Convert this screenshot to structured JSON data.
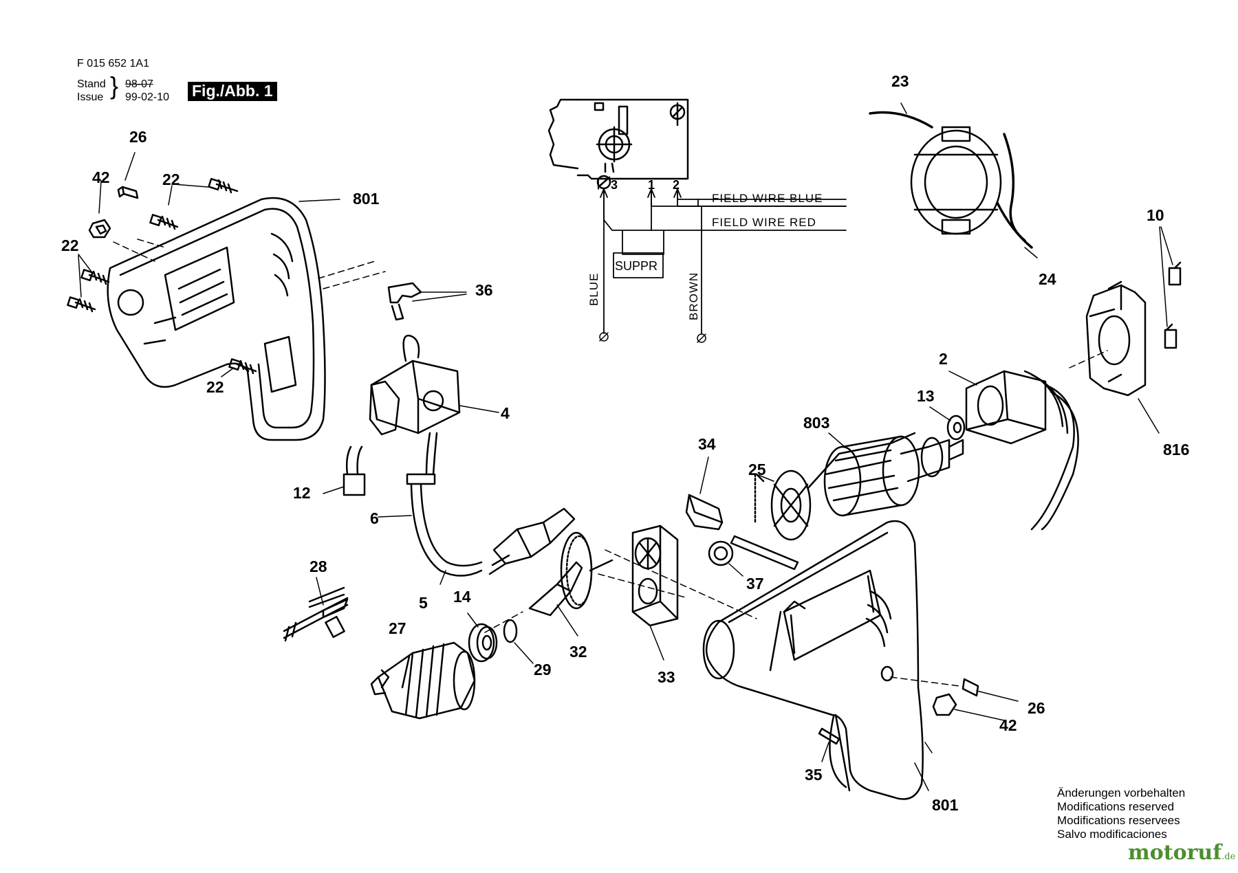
{
  "header": {
    "doc_id": "F 015 652 1A1",
    "stand_label": "Stand",
    "issue_label": "Issue",
    "old_date": "98-07",
    "new_date": "99-02-10",
    "figure": "Fig./Abb. 1"
  },
  "wiring": {
    "field_wire_blue": "FIELD WIRE BLUE",
    "field_wire_red": "FIELD WIRE RED",
    "blue": "BLUE",
    "brown": "BROWN",
    "suppressor": "SUPPR",
    "terminal_3": "3",
    "terminal_1": "1",
    "terminal_2": "2"
  },
  "parts": [
    {
      "id": "p26a",
      "text": "26"
    },
    {
      "id": "p42a",
      "text": "42"
    },
    {
      "id": "p22a",
      "text": "22"
    },
    {
      "id": "p801a",
      "text": "801"
    },
    {
      "id": "p22b",
      "text": "22"
    },
    {
      "id": "p22c",
      "text": "22"
    },
    {
      "id": "p36",
      "text": "36"
    },
    {
      "id": "p4",
      "text": "4"
    },
    {
      "id": "p12",
      "text": "12"
    },
    {
      "id": "p6",
      "text": "6"
    },
    {
      "id": "p5",
      "text": "5"
    },
    {
      "id": "p28",
      "text": "28"
    },
    {
      "id": "p14",
      "text": "14"
    },
    {
      "id": "p27",
      "text": "27"
    },
    {
      "id": "p29",
      "text": "29"
    },
    {
      "id": "p32",
      "text": "32"
    },
    {
      "id": "p33",
      "text": "33"
    },
    {
      "id": "p34",
      "text": "34"
    },
    {
      "id": "p25",
      "text": "25"
    },
    {
      "id": "p37",
      "text": "37"
    },
    {
      "id": "p803",
      "text": "803"
    },
    {
      "id": "p13",
      "text": "13"
    },
    {
      "id": "p2",
      "text": "2"
    },
    {
      "id": "p23",
      "text": "23"
    },
    {
      "id": "p24",
      "text": "24"
    },
    {
      "id": "p10",
      "text": "10"
    },
    {
      "id": "p816",
      "text": "816"
    },
    {
      "id": "p26b",
      "text": "26"
    },
    {
      "id": "p42b",
      "text": "42"
    },
    {
      "id": "p35",
      "text": "35"
    },
    {
      "id": "p801b",
      "text": "801"
    }
  ],
  "notes": [
    "Änderungen vorbehalten",
    "Modifications reserved",
    "Modifications reservees",
    "Salvo modificaciones"
  ],
  "watermark": {
    "name": "motoruf",
    "suffix": ".de"
  }
}
